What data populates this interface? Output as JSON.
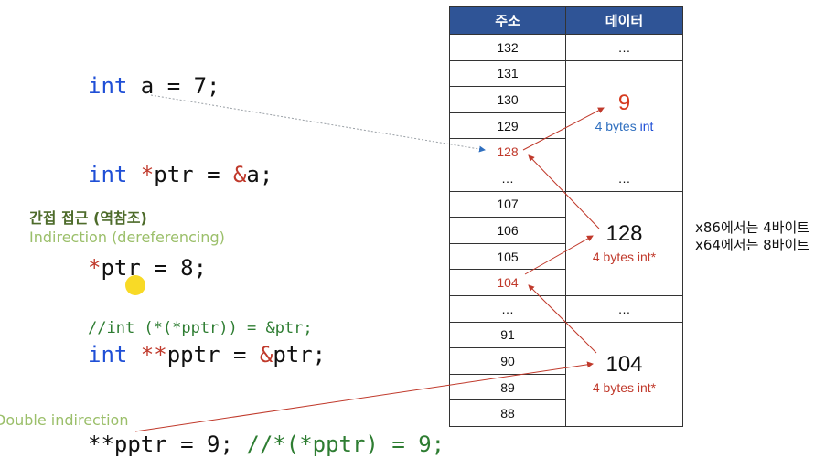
{
  "code": {
    "line1": {
      "kw": "int",
      "rest": " a = 7;"
    },
    "line2": {
      "kw": "int",
      "star": " *",
      "rest1": "ptr = ",
      "amp": "&",
      "rest2": "a;"
    },
    "line3": {
      "star": "*",
      "rest": "ptr = 8;"
    },
    "comment1": "//int (*(*pptr)) = &ptr;",
    "line4": {
      "kw": "int",
      "stars": " **",
      "rest1": "pptr = ",
      "amp": "&",
      "rest2": "ptr;"
    },
    "line5": {
      "code": "**pptr = 9; ",
      "comment": "//*(*pptr) = 9;"
    }
  },
  "notes": {
    "indirection_ko": "간접 접근 (역참조)",
    "indirection_en": "Indirection (dereferencing)",
    "double_indirection": "Double indirection"
  },
  "side_note": {
    "line1": "x86에서는 4바이트",
    "line2": "x64에서는 8바이트"
  },
  "table": {
    "header_addr": "주소",
    "header_data": "데이터",
    "rows": [
      "132",
      "131",
      "130",
      "129",
      "128",
      "…",
      "107",
      "106",
      "105",
      "104",
      "…",
      "91",
      "90",
      "89",
      "88"
    ],
    "data": {
      "top": "…",
      "block_a_value": "9",
      "block_a_type1": "4 bytes ",
      "block_a_type2": "int",
      "mid1": "…",
      "block_b_value": "128",
      "block_b_type": "4 bytes int*",
      "mid2": "…",
      "block_c_value": "104",
      "block_c_type": "4 bytes int*"
    }
  },
  "colors": {
    "keyword": "#1f4fd6",
    "operator": "#c0392b",
    "comment": "#2e7d32",
    "table_header": "#2f5496"
  }
}
